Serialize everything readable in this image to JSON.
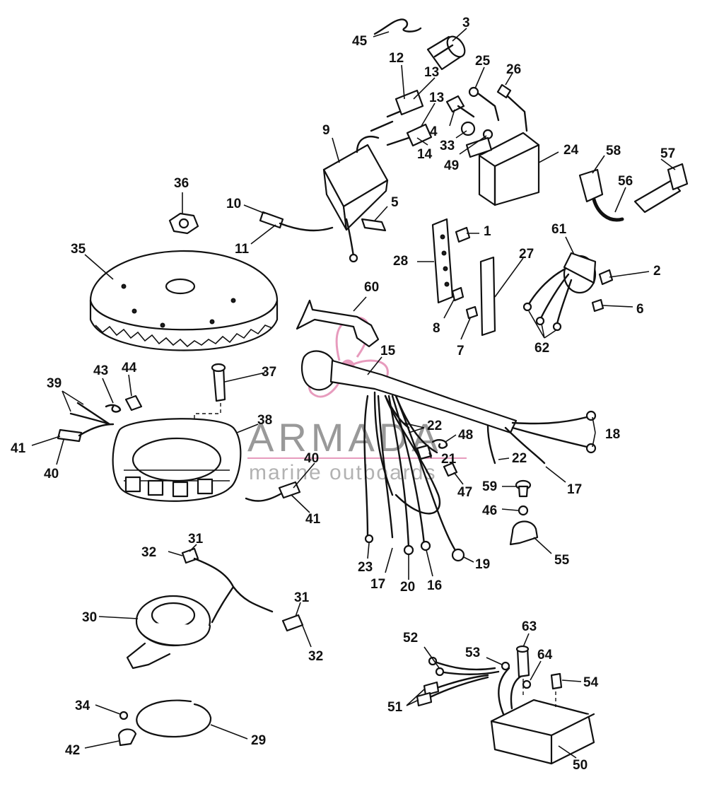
{
  "watermark": {
    "brand": "ARMADA",
    "tagline": "marine outboards",
    "logo_icon": "propeller-logo-icon",
    "accent_color": "#e07aa8"
  },
  "callouts": {
    "c1": "1",
    "c2": "2",
    "c3": "3",
    "c4": "4",
    "c5": "5",
    "c6": "6",
    "c7": "7",
    "c8": "8",
    "c9": "9",
    "c10": "10",
    "c11": "11",
    "c12": "12",
    "c13a": "13",
    "c13b": "13",
    "c14": "14",
    "c15": "15",
    "c16": "16",
    "c17a": "17",
    "c17b": "17",
    "c18": "18",
    "c19": "19",
    "c20": "20",
    "c21": "21",
    "c22a": "22",
    "c22b": "22",
    "c23": "23",
    "c24": "24",
    "c25": "25",
    "c26": "26",
    "c27": "27",
    "c28": "28",
    "c29": "29",
    "c30": "30",
    "c31a": "31",
    "c31b": "31",
    "c32a": "32",
    "c32b": "32",
    "c33": "33",
    "c34": "34",
    "c35": "35",
    "c36": "36",
    "c37": "37",
    "c38": "38",
    "c39": "39",
    "c40a": "40",
    "c40b": "40",
    "c41a": "41",
    "c41b": "41",
    "c42": "42",
    "c43": "43",
    "c44": "44",
    "c45": "45",
    "c46": "46",
    "c47": "47",
    "c48": "48",
    "c49": "49",
    "c50": "50",
    "c51": "51",
    "c52": "52",
    "c53": "53",
    "c54": "54",
    "c55": "55",
    "c56": "56",
    "c57": "57",
    "c58": "58",
    "c59": "59",
    "c60": "60",
    "c61": "61",
    "c62": "62",
    "c63": "63",
    "c64": "64"
  }
}
